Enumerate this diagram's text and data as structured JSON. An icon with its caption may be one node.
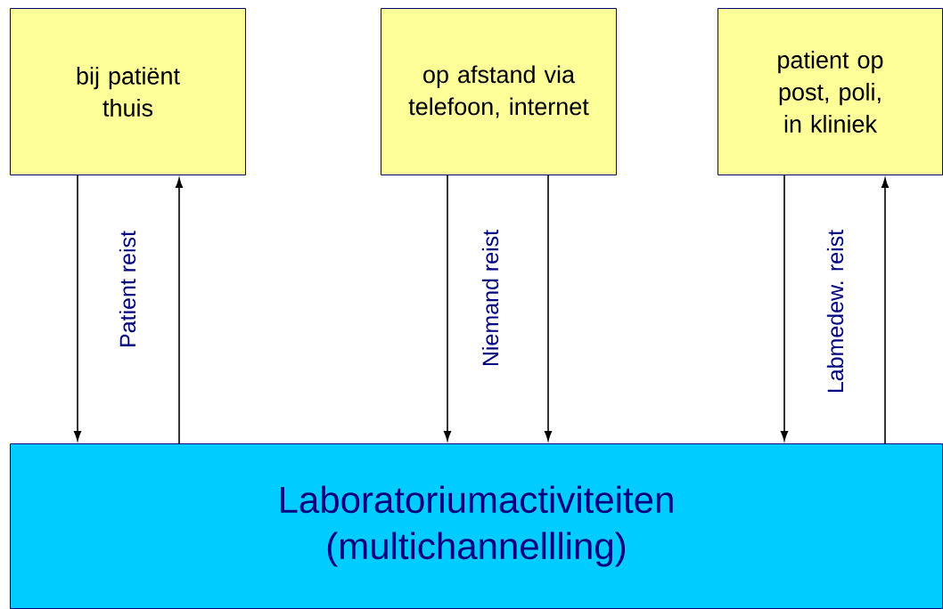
{
  "diagram": {
    "nodes": [
      {
        "text": [
          "bij patiënt thuis"
        ]
      },
      {
        "text": [
          "op afstand via telefoon, internet"
        ]
      },
      {
        "text": [
          "patient op post, poli, in kliniek"
        ]
      },
      {
        "text": [
          "Laboratoriumactiviteiten (multichannellling)"
        ]
      }
    ],
    "edges": [
      {
        "from": 0,
        "to": 3,
        "arrow": "to",
        "label": "Patient reist"
      },
      {
        "from": 3,
        "to": 0,
        "arrow": "to"
      },
      {
        "from": 1,
        "to": 3,
        "arrow": "to",
        "label": "Niemand reist"
      },
      {
        "from": 1,
        "to": 3,
        "arrow": "to"
      },
      {
        "from": 2,
        "to": 3,
        "arrow": "to",
        "label": "Labmedew. reist"
      },
      {
        "from": 3,
        "to": 2,
        "arrow": "to"
      }
    ]
  }
}
